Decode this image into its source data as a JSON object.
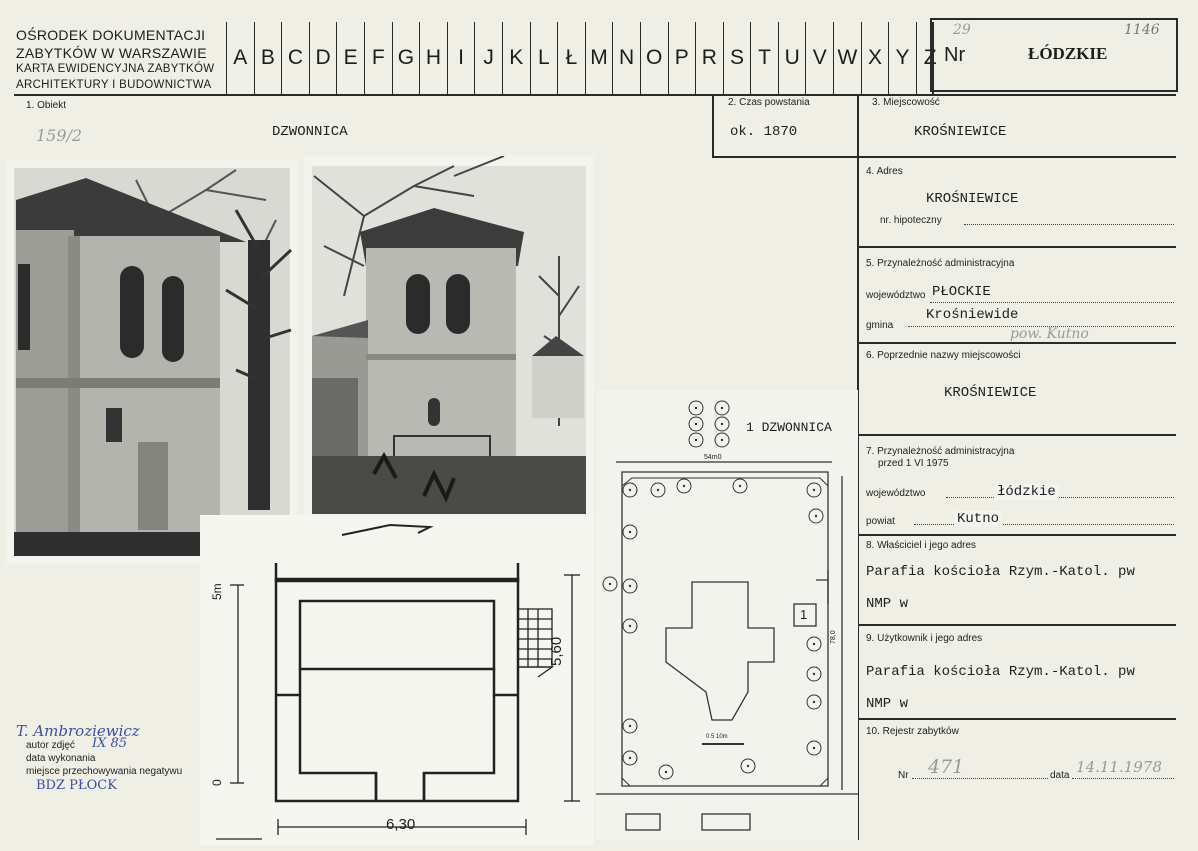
{
  "header": {
    "institution_line1": "OŚRODEK DOKUMENTACJI",
    "institution_line2": "ZABYTKÓW W WARSZAWIE",
    "institution_line3": "KARTA EWIDENCYJNA ZABYTKÓW",
    "institution_line4": "ARCHITEKTURY I BUDOWNICTWA",
    "index_letters": [
      "A",
      "B",
      "C",
      "D",
      "E",
      "F",
      "G",
      "H",
      "I",
      "J",
      "K",
      "L",
      "Ł",
      "M",
      "N",
      "O",
      "P",
      "R",
      "S",
      "T",
      "U",
      "V",
      "W",
      "X",
      "Y",
      "Z"
    ],
    "nr_label": "Nr",
    "nr_handwritten": "29",
    "region": "ŁÓDZKIE",
    "corner_number": "1146"
  },
  "fields": {
    "obiekt": {
      "label": "1. Obiekt",
      "handwritten": "159/2",
      "value": "DZWONNICA"
    },
    "czas": {
      "label": "2. Czas powstania",
      "value": "ok. 1870"
    },
    "miejscowosc": {
      "label": "3. Miejscowość",
      "value": "KROŚNIEWICE"
    },
    "adres": {
      "label": "4. Adres",
      "value": "KROŚNIEWICE",
      "hipoteczny_label": "nr. hipoteczny"
    },
    "przynaleznosc": {
      "label": "5. Przynależność administracyjna",
      "wojewodztwo_label": "województwo",
      "wojewodztwo_value": "PŁOCKIE",
      "gmina_label": "gmina",
      "gmina_value": "Krośniewide",
      "gmina_handwritten": "pow. Kutno"
    },
    "poprzednie": {
      "label": "6. Poprzednie nazwy miejscowości",
      "value": "KROŚNIEWICE"
    },
    "przed1975": {
      "label_line1": "7. Przynależność administracyjna",
      "label_line2": "przed 1 VI 1975",
      "wojewodztwo_label": "województwo",
      "wojewodztwo_value": "łódzkie",
      "powiat_label": "powiat",
      "powiat_value": "Kutno"
    },
    "wlasciciel": {
      "label": "8. Właściciel i jego adres",
      "line1": "Parafia kościoła Rzym.-Katol. pw",
      "line2": "NMP w"
    },
    "uzytkownik": {
      "label": "9. Użytkownik i jego adres",
      "line1": "Parafia kościoła Rzym.-Katol. pw",
      "line2": "NMP w"
    },
    "rejestr": {
      "label": "10. Rejestr zabytków",
      "nr_label": "Nr",
      "nr_value": "471",
      "data_label": "data",
      "data_value": "14.11.1978"
    }
  },
  "photo_info": {
    "author_handwritten": "T. Ambroziewicz",
    "author_label": "autor zdjęć",
    "date_handwritten": "IX 85",
    "date_label": "data wykonania",
    "negative_label": "miejsce przechowywania negatywu",
    "negative_handwritten": "BDZ PŁOCK"
  },
  "plan_labels": {
    "site_label": "1 DZWONNICA",
    "site_marker": "1",
    "width_dim": "6,30",
    "depth_dim": "5,60",
    "scale_top": "5m",
    "scale_bottom": "0",
    "site_width_dim": "54m0",
    "site_depth_dim": "78,0",
    "scale_bar": "0 5 10m"
  },
  "colors": {
    "ink": "#1d1d1d",
    "handwriting": "#3a4fa8",
    "paper": "#efefe6"
  }
}
